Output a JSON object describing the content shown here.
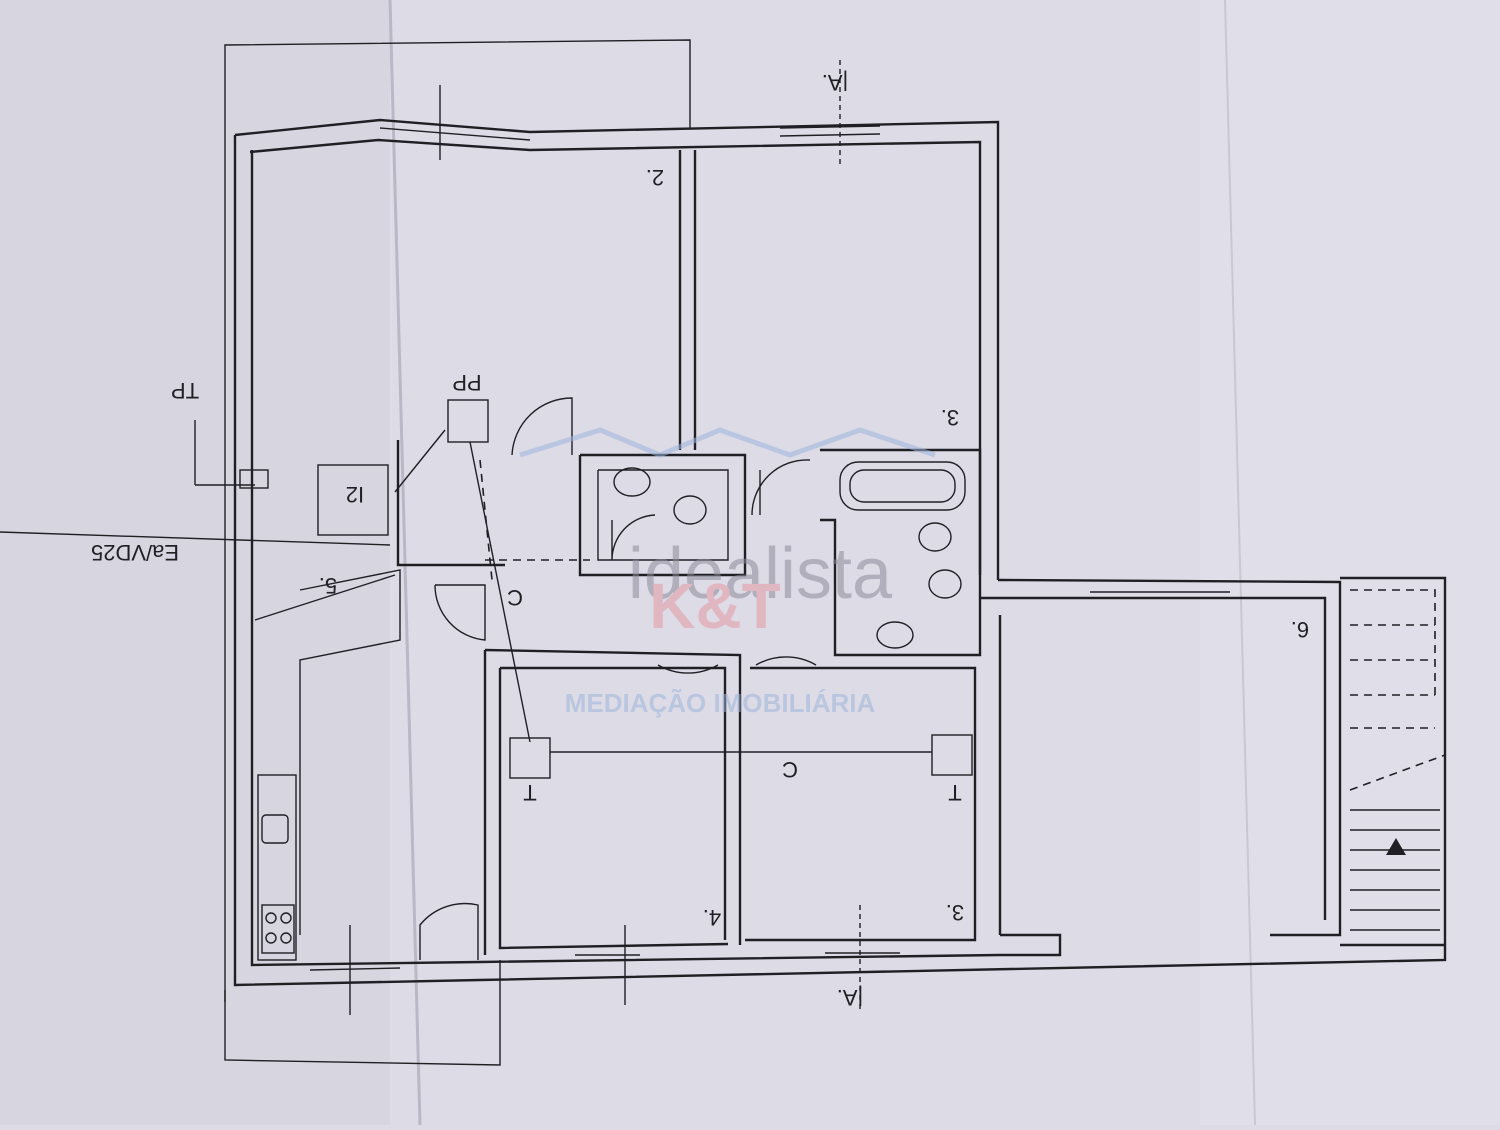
{
  "plan": {
    "section_top": "|A.",
    "section_bottom": "|A.",
    "room_2": "2.",
    "room_3_top": "3.",
    "room_3_bottom": "3.",
    "room_4": "4.",
    "room_5": "5.",
    "room_6": "6.",
    "corridor_c1": "C",
    "corridor_c2": "C",
    "pp": "PP",
    "tp": "TP",
    "entry_mark": "I2",
    "ea_label": "Ea/VD25",
    "t_left": "T",
    "t_right": "T"
  },
  "watermark": {
    "site": "idealista",
    "brand": "K&T",
    "tagline": "MEDIAÇÃO IMOBILIÁRIA"
  },
  "colors": {
    "paper": "#dcdbe6",
    "ink": "#1f1f24",
    "watermark_gray": "#8d8c98",
    "watermark_red": "#e59aa4",
    "watermark_blue": "#9fb5dc"
  }
}
